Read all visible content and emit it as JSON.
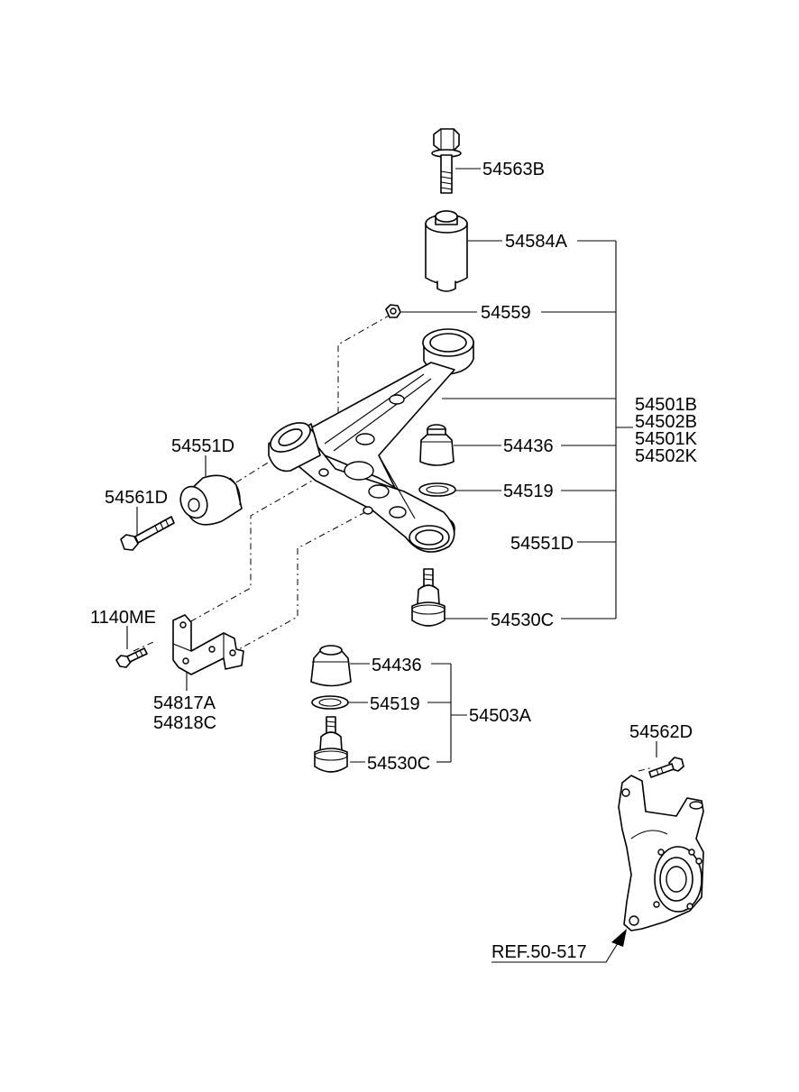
{
  "labels": {
    "p54563B": "54563B",
    "p54584A": "54584A",
    "p54559": "54559",
    "p54501B": "54501B",
    "p54502B": "54502B",
    "p54501K": "54501K",
    "p54502K": "54502K",
    "p54436_top": "54436",
    "p54519_top": "54519",
    "p54551D_right": "54551D",
    "p54530C_top": "54530C",
    "p54551D_left": "54551D",
    "p54561D": "54561D",
    "p1140ME": "1140ME",
    "p54817A": "54817A",
    "p54818C": "54818C",
    "p54436_bottom": "54436",
    "p54519_bottom": "54519",
    "p54503A": "54503A",
    "p54530C_bottom": "54530C",
    "p54562D": "54562D",
    "ref": "REF.50-517"
  },
  "icons": [
    "bolt-icon",
    "bushing-icon",
    "nut-icon",
    "lower-control-arm-icon",
    "dust-boot-icon",
    "ring-icon",
    "ball-joint-icon",
    "stabilizer-bracket-icon",
    "knuckle-icon",
    "arrow-icon"
  ]
}
